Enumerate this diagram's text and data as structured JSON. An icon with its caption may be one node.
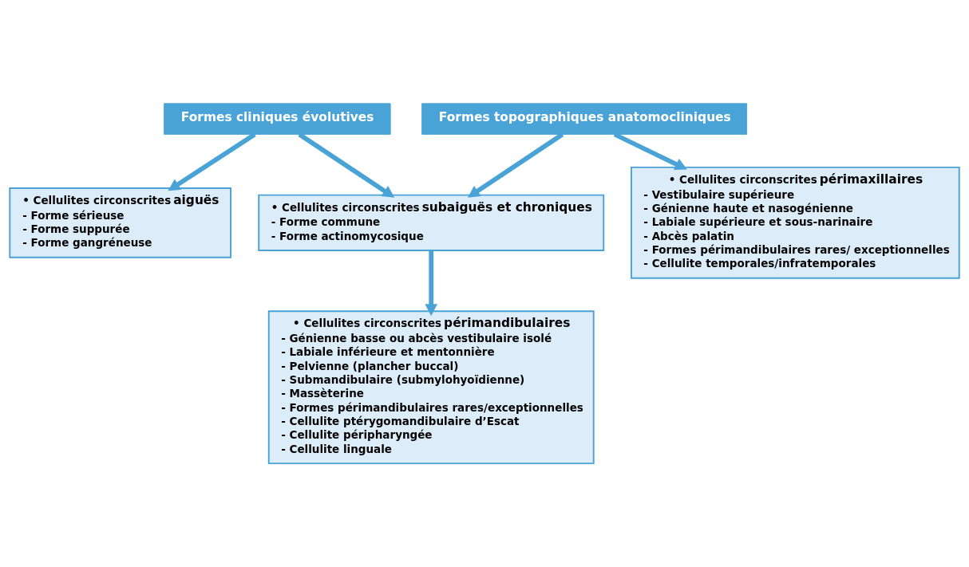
{
  "diagram": {
    "nodes": [
      {
        "text": [
          "Formes cliniques évolutives"
        ]
      },
      {
        "text": [
          "Formes topographiques anatomocliniques"
        ]
      },
      {
        "text": [
          "• Cellulites circonscrites **aiguës**",
          "- Forme sérieuse",
          "- Forme suppurée",
          "- Forme gangréneuse"
        ]
      },
      {
        "text": [
          "• Cellulites circonscrites **subaiguës et chroniques**",
          "- Forme commune",
          "- Forme actinomycosique"
        ]
      },
      {
        "text": [
          "• Cellulites circonscrites **périmandibulaires**",
          "- Génienne basse ou abcès vestibulaire isolé",
          "- Labiale inférieure et mentonnière",
          "- Pelvienne (plancher buccal)",
          "- Submandibulaire (submylohyoïdienne)",
          "- Massèterine",
          "- Formes périmandibulaires rares/exceptionnelles",
          "- Cellulite ptérygomandibulaire d’Escat",
          "- Cellulite péripharyngée",
          "- Cellulite linguale"
        ]
      },
      {
        "text": [
          "• Cellulites circonscrites **périmaxillaires**",
          "- Vestibulaire supérieure",
          "- Génienne haute et nasogénienne",
          "- Labiale supérieure et sous-narinaire",
          "- Abcès palatin",
          "- Formes périmandibulaires rares/ exceptionnelles",
          "- Cellulite temporales/infratemporales"
        ]
      }
    ],
    "edges": [
      {
        "from": 0,
        "to": 2,
        "arrow": "to"
      },
      {
        "from": 0,
        "to": 3,
        "arrow": "to"
      },
      {
        "from": 1,
        "to": 3,
        "arrow": "to"
      },
      {
        "from": 3,
        "to": 4,
        "arrow": "to"
      },
      {
        "from": 1,
        "to": 5,
        "arrow": "to"
      }
    ]
  }
}
